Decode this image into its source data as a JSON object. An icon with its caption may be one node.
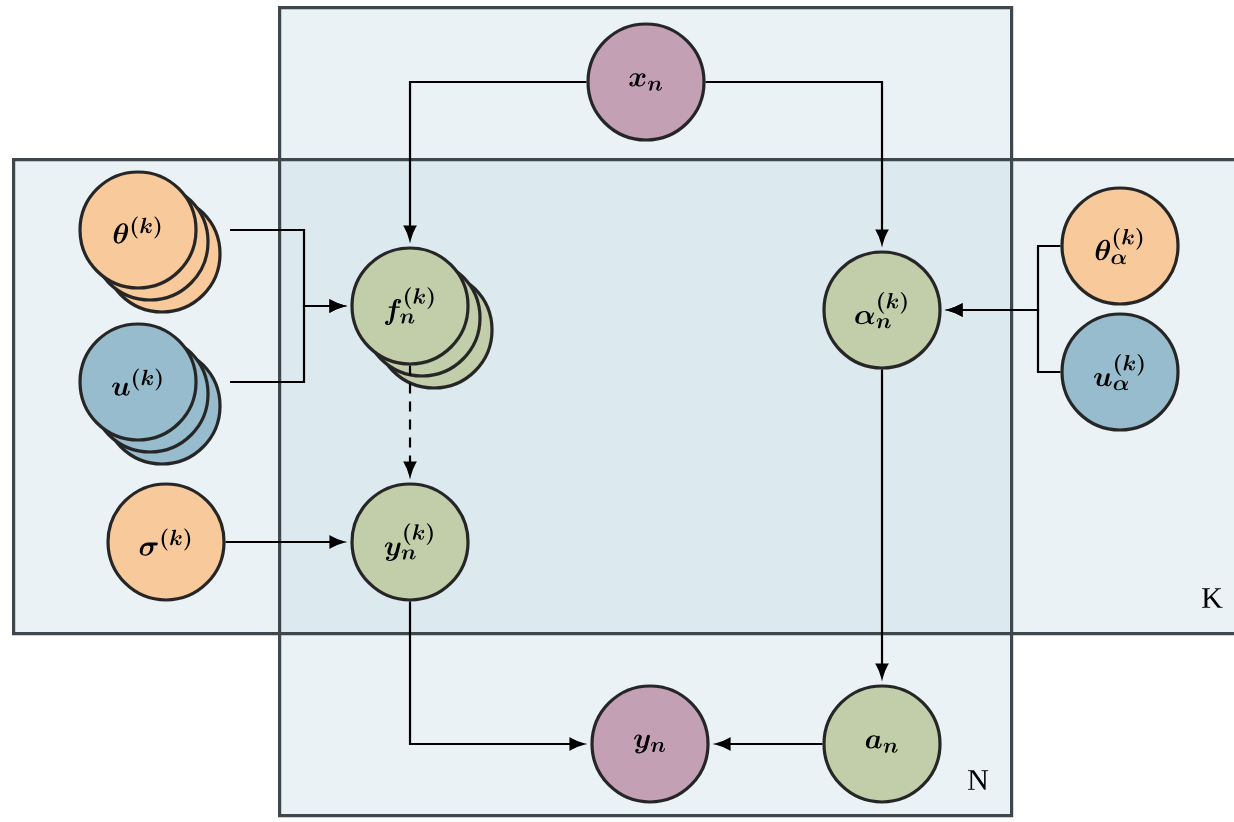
{
  "diagram": {
    "nodes": [
      {
        "text": [
          "N"
        ]
      },
      {
        "text": [
          "K"
        ]
      },
      {
        "text": [
          "\\boldsymbol{x_n}"
        ],
        "in": 0
      },
      {
        "text": [
          "\\boldsymbol{\\theta^{(k)}}"
        ],
        "in": 1
      },
      {
        "text": [
          "\\boldsymbol{f_n^{(k)}}"
        ]
      },
      {
        "text": [
          "\\boldsymbol{\\alpha_n^{(k)}}"
        ]
      },
      {
        "text": [
          "\\boldsymbol{\\theta_\\alpha^{(k)}}"
        ],
        "in": 1
      },
      {
        "text": [
          "\\boldsymbol{u^{(k)}}"
        ],
        "in": 1
      },
      {
        "text": [
          "\\boldsymbol{u_\\alpha^{(k)}}"
        ],
        "in": 1
      },
      {
        "text": [
          "\\boldsymbol{\\sigma^{(k)}}"
        ],
        "in": 1
      },
      {
        "text": [
          "\\boldsymbol{y_n^{(k)}}"
        ]
      },
      {
        "text": [
          "\\boldsymbol{y_n}"
        ],
        "in": 0
      },
      {
        "text": [
          "\\boldsymbol{a_n}"
        ],
        "in": 0
      }
    ],
    "edges": [
      {
        "from": 2,
        "to": 4,
        "arrow": "to"
      },
      {
        "from": 2,
        "to": 5,
        "arrow": "to"
      },
      {
        "from": 3,
        "to": 4,
        "arrow": "to"
      },
      {
        "from": 7,
        "to": 4,
        "arrow": "to"
      },
      {
        "from": 6,
        "to": 5,
        "arrow": "to"
      },
      {
        "from": 8,
        "to": 5,
        "arrow": "to"
      },
      {
        "from": 4,
        "to": 10,
        "arrow": "to",
        "style": "dashed"
      },
      {
        "from": 9,
        "to": 10,
        "arrow": "to"
      },
      {
        "from": 10,
        "to": 11,
        "arrow": "to"
      },
      {
        "from": 5,
        "to": 12,
        "arrow": "to"
      },
      {
        "from": 12,
        "to": 11,
        "arrow": "to"
      }
    ]
  }
}
